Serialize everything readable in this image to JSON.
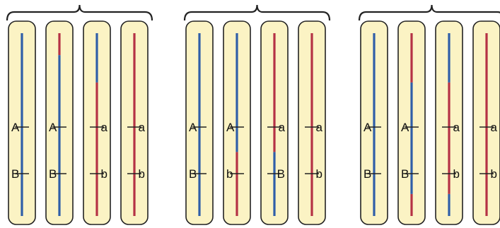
{
  "colors": {
    "maternal": "#2f5ea8",
    "paternal": "#b53245",
    "chromatid_fill": "#fbf3c4",
    "outline": "#222222",
    "tick": "#222222"
  },
  "groups": [
    {
      "name": "group-1",
      "chromatids": [
        {
          "labels": [
            "A",
            "B"
          ],
          "label_side": "left",
          "segments": [
            {
              "from": 0.0,
              "to": 1.0,
              "color": "maternal"
            }
          ]
        },
        {
          "labels": [
            "A",
            "B"
          ],
          "label_side": "left",
          "segments": [
            {
              "from": 0.0,
              "to": 0.12,
              "color": "paternal"
            },
            {
              "from": 0.12,
              "to": 1.0,
              "color": "maternal"
            }
          ]
        },
        {
          "labels": [
            "a",
            "b"
          ],
          "label_side": "right",
          "segments": [
            {
              "from": 0.0,
              "to": 0.27,
              "color": "maternal"
            },
            {
              "from": 0.27,
              "to": 1.0,
              "color": "paternal"
            }
          ]
        },
        {
          "labels": [
            "a",
            "b"
          ],
          "label_side": "right",
          "segments": [
            {
              "from": 0.0,
              "to": 1.0,
              "color": "paternal"
            }
          ]
        }
      ]
    },
    {
      "name": "group-2",
      "chromatids": [
        {
          "labels": [
            "A",
            "B"
          ],
          "label_side": "left",
          "segments": [
            {
              "from": 0.0,
              "to": 1.0,
              "color": "maternal"
            }
          ]
        },
        {
          "labels": [
            "A",
            "b"
          ],
          "label_side": "left",
          "segments": [
            {
              "from": 0.0,
              "to": 0.65,
              "color": "maternal"
            },
            {
              "from": 0.65,
              "to": 1.0,
              "color": "paternal"
            }
          ]
        },
        {
          "labels": [
            "a",
            "B"
          ],
          "label_side": "right",
          "segments": [
            {
              "from": 0.0,
              "to": 0.65,
              "color": "paternal"
            },
            {
              "from": 0.65,
              "to": 1.0,
              "color": "maternal"
            }
          ]
        },
        {
          "labels": [
            "a",
            "b"
          ],
          "label_side": "right",
          "segments": [
            {
              "from": 0.0,
              "to": 1.0,
              "color": "paternal"
            }
          ]
        }
      ]
    },
    {
      "name": "group-3",
      "chromatids": [
        {
          "labels": [
            "A",
            "B"
          ],
          "label_side": "left",
          "segments": [
            {
              "from": 0.0,
              "to": 1.0,
              "color": "maternal"
            }
          ]
        },
        {
          "labels": [
            "A",
            "B"
          ],
          "label_side": "left",
          "segments": [
            {
              "from": 0.0,
              "to": 0.27,
              "color": "paternal"
            },
            {
              "from": 0.27,
              "to": 0.88,
              "color": "maternal"
            },
            {
              "from": 0.88,
              "to": 1.0,
              "color": "paternal"
            }
          ]
        },
        {
          "labels": [
            "a",
            "b"
          ],
          "label_side": "right",
          "segments": [
            {
              "from": 0.0,
              "to": 0.27,
              "color": "maternal"
            },
            {
              "from": 0.27,
              "to": 0.88,
              "color": "paternal"
            },
            {
              "from": 0.88,
              "to": 1.0,
              "color": "maternal"
            }
          ]
        },
        {
          "labels": [
            "a",
            "b"
          ],
          "label_side": "right",
          "segments": [
            {
              "from": 0.0,
              "to": 1.0,
              "color": "paternal"
            }
          ]
        }
      ]
    }
  ]
}
